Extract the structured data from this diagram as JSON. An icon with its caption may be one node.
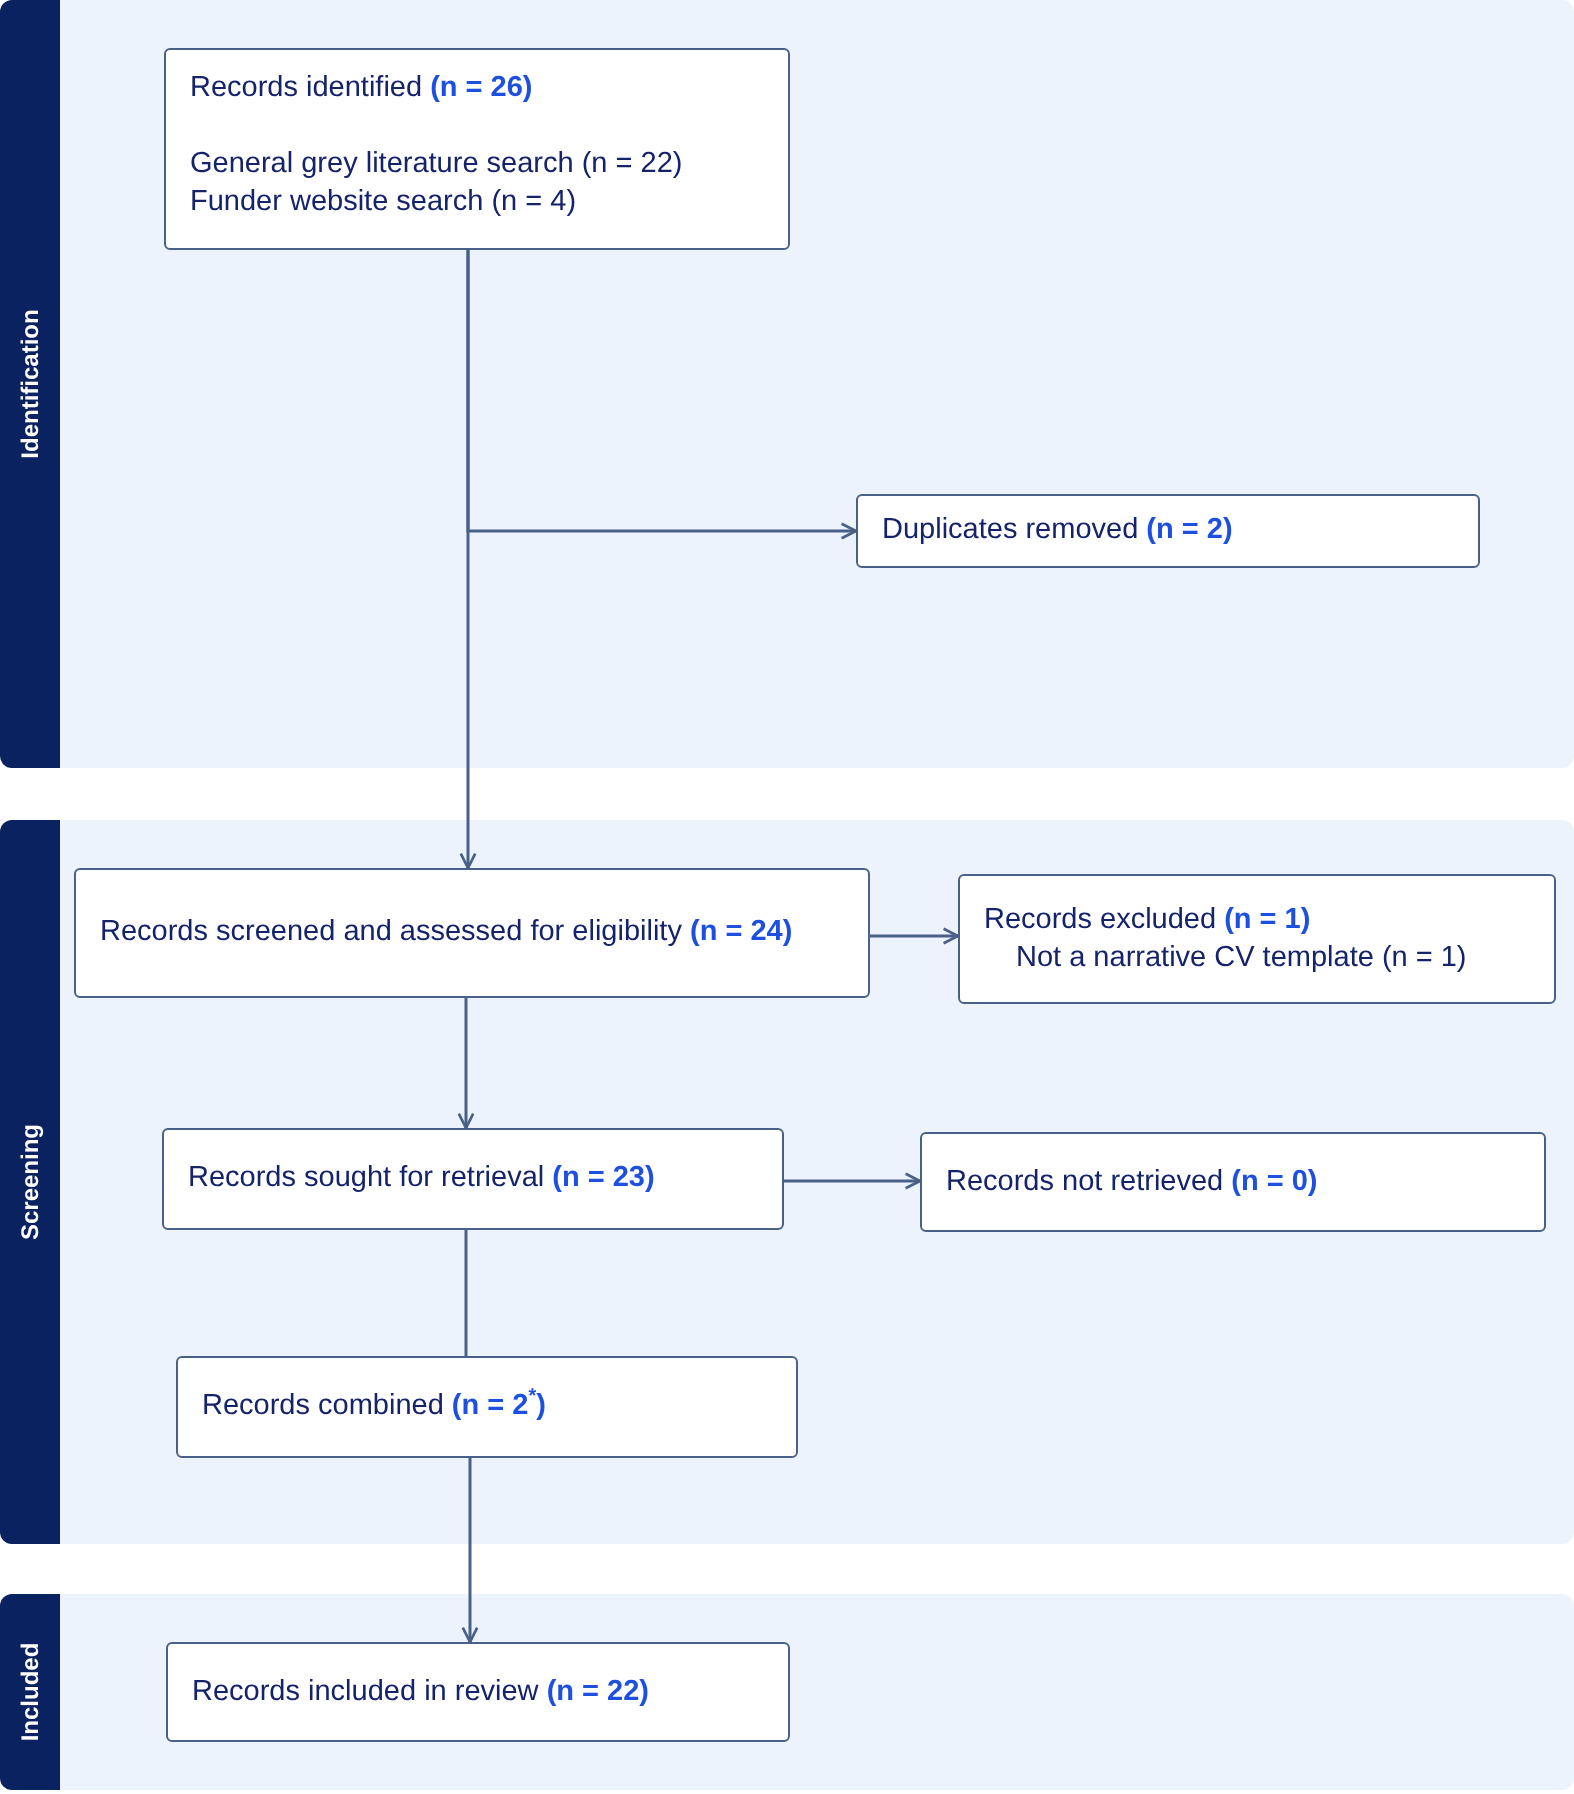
{
  "diagram": {
    "nodes": [
      {
        "text": [
          "Identification"
        ]
      },
      {
        "text": [
          "Records identified **(n = 26)**",
          "General grey literature search (n = 22)",
          "Funder website search (n = 4)"
        ],
        "in": 0
      },
      {
        "text": [
          "Duplicates removed **(n = 2)**"
        ],
        "in": 0
      },
      {
        "text": [
          "Screening"
        ]
      },
      {
        "text": [
          "Records screened and assessed for eligibility **(n = 24)**"
        ],
        "in": 3
      },
      {
        "text": [
          "Records excluded **(n = 1)**",
          "Not a narrative CV template (n = 1)"
        ],
        "in": 3
      },
      {
        "text": [
          "Records sought for retrieval **(n = 23)**"
        ],
        "in": 3
      },
      {
        "text": [
          "Records not retrieved **(n = 0)**"
        ],
        "in": 3
      },
      {
        "text": [
          "Records combined **(n = 2$^{*}$)**"
        ],
        "in": 3
      },
      {
        "text": [
          "Included"
        ]
      },
      {
        "text": [
          "Records included in review **(n = 22)**"
        ],
        "in": 9
      }
    ],
    "edges": [
      {
        "from": 1,
        "to": 2,
        "arrow": "to"
      },
      {
        "from": 1,
        "to": 4,
        "arrow": "to"
      },
      {
        "from": 4,
        "to": 5,
        "arrow": "to"
      },
      {
        "from": 4,
        "to": 6,
        "arrow": "to"
      },
      {
        "from": 6,
        "to": 7,
        "arrow": "to"
      },
      {
        "from": 6,
        "to": 8,
        "arrow": "none"
      },
      {
        "from": 8,
        "to": 10,
        "arrow": "to"
      }
    ]
  }
}
